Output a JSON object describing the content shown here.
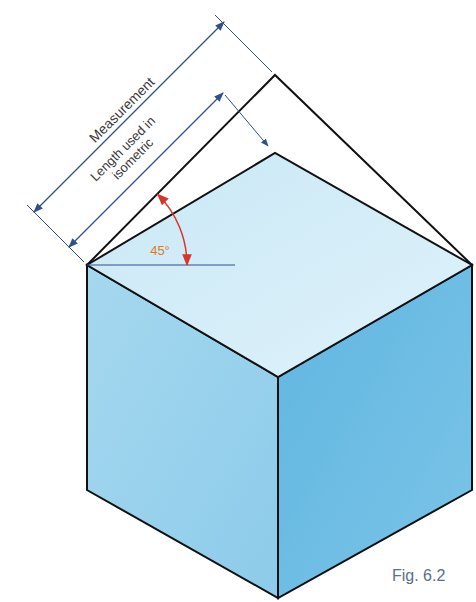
{
  "diagram": {
    "caption": "Fig. 6.2",
    "labels": [
      "Measurement",
      "Length used in isometric",
      "45°"
    ]
  }
}
